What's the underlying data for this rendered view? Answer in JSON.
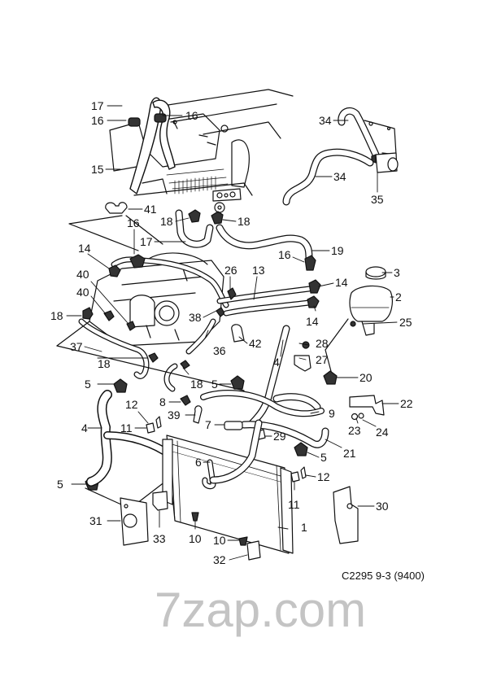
{
  "diagram": {
    "caption": "C2295 9-3 (9400)",
    "watermark": "7zap.com",
    "colors": {
      "line": "#111111",
      "watermark": "#c4c4c4",
      "background": "#ffffff"
    },
    "callouts": [
      {
        "id": "c17a",
        "text": "17"
      },
      {
        "id": "c16a",
        "text": "16"
      },
      {
        "id": "c16b",
        "text": "16"
      },
      {
        "id": "c15",
        "text": "15"
      },
      {
        "id": "c41",
        "text": "41"
      },
      {
        "id": "c16c",
        "text": "16"
      },
      {
        "id": "c18a",
        "text": "18"
      },
      {
        "id": "c18b",
        "text": "18"
      },
      {
        "id": "c17b",
        "text": "17"
      },
      {
        "id": "c19",
        "text": "19"
      },
      {
        "id": "c34a",
        "text": "34"
      },
      {
        "id": "c34b",
        "text": "34"
      },
      {
        "id": "c35",
        "text": "35"
      },
      {
        "id": "c14a",
        "text": "14"
      },
      {
        "id": "c40a",
        "text": "40"
      },
      {
        "id": "c40b",
        "text": "40"
      },
      {
        "id": "c26",
        "text": "26"
      },
      {
        "id": "c13",
        "text": "13"
      },
      {
        "id": "c16d",
        "text": "16"
      },
      {
        "id": "c3",
        "text": "3"
      },
      {
        "id": "c14b",
        "text": "14"
      },
      {
        "id": "c2",
        "text": "2"
      },
      {
        "id": "c18c",
        "text": "18"
      },
      {
        "id": "c38",
        "text": "38"
      },
      {
        "id": "c14c",
        "text": "14"
      },
      {
        "id": "c25",
        "text": "25"
      },
      {
        "id": "c42",
        "text": "42"
      },
      {
        "id": "c28",
        "text": "28"
      },
      {
        "id": "c37",
        "text": "37"
      },
      {
        "id": "c36",
        "text": "36"
      },
      {
        "id": "c18d",
        "text": "18"
      },
      {
        "id": "c4a",
        "text": "4"
      },
      {
        "id": "c27",
        "text": "27"
      },
      {
        "id": "c18e",
        "text": "18"
      },
      {
        "id": "c5a",
        "text": "5"
      },
      {
        "id": "c5b",
        "text": "5"
      },
      {
        "id": "c20",
        "text": "20"
      },
      {
        "id": "c8",
        "text": "8"
      },
      {
        "id": "c12a",
        "text": "12"
      },
      {
        "id": "c22",
        "text": "22"
      },
      {
        "id": "c39",
        "text": "39"
      },
      {
        "id": "c9",
        "text": "9"
      },
      {
        "id": "c4b",
        "text": "4"
      },
      {
        "id": "c11a",
        "text": "11"
      },
      {
        "id": "c7",
        "text": "7"
      },
      {
        "id": "c23",
        "text": "23"
      },
      {
        "id": "c24",
        "text": "24"
      },
      {
        "id": "c29",
        "text": "29"
      },
      {
        "id": "c21",
        "text": "21"
      },
      {
        "id": "c6",
        "text": "6"
      },
      {
        "id": "c5c",
        "text": "5"
      },
      {
        "id": "c12b",
        "text": "12"
      },
      {
        "id": "c5d",
        "text": "5"
      },
      {
        "id": "c11b",
        "text": "11"
      },
      {
        "id": "c30",
        "text": "30"
      },
      {
        "id": "c31",
        "text": "31"
      },
      {
        "id": "c33",
        "text": "33"
      },
      {
        "id": "c10a",
        "text": "10"
      },
      {
        "id": "c1",
        "text": "1"
      },
      {
        "id": "c10b",
        "text": "10"
      },
      {
        "id": "c32",
        "text": "32"
      }
    ]
  }
}
